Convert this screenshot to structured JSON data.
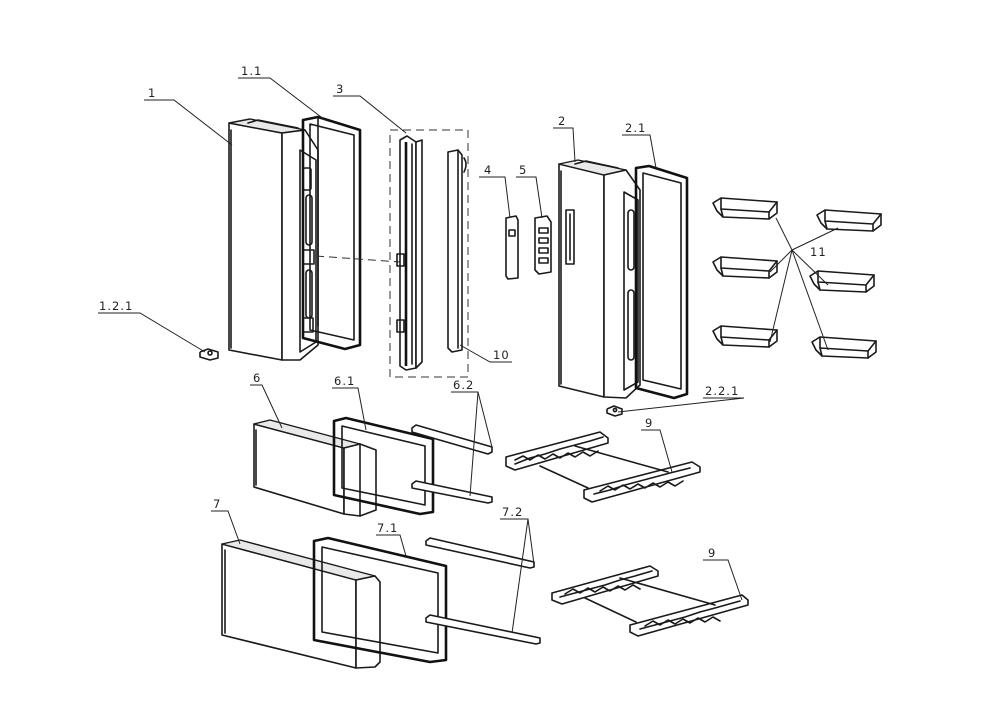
{
  "diagram": {
    "callouts": [
      {
        "id": "c-1",
        "text": "1"
      },
      {
        "id": "c-1-1",
        "text": "1.1"
      },
      {
        "id": "c-1-2-1",
        "text": "1.2.1"
      },
      {
        "id": "c-2",
        "text": "2"
      },
      {
        "id": "c-2-1",
        "text": "2.1"
      },
      {
        "id": "c-2-2-1",
        "text": "2.2.1"
      },
      {
        "id": "c-3",
        "text": "3"
      },
      {
        "id": "c-4",
        "text": "4"
      },
      {
        "id": "c-5",
        "text": "5"
      },
      {
        "id": "c-6",
        "text": "6"
      },
      {
        "id": "c-6-1",
        "text": "6.1"
      },
      {
        "id": "c-6-2",
        "text": "6.2"
      },
      {
        "id": "c-7",
        "text": "7"
      },
      {
        "id": "c-7-1",
        "text": "7.1"
      },
      {
        "id": "c-7-2",
        "text": "7.2"
      },
      {
        "id": "c-9a",
        "text": "9"
      },
      {
        "id": "c-9b",
        "text": "9"
      },
      {
        "id": "c-10",
        "text": "10"
      },
      {
        "id": "c-11",
        "text": "11"
      }
    ]
  }
}
